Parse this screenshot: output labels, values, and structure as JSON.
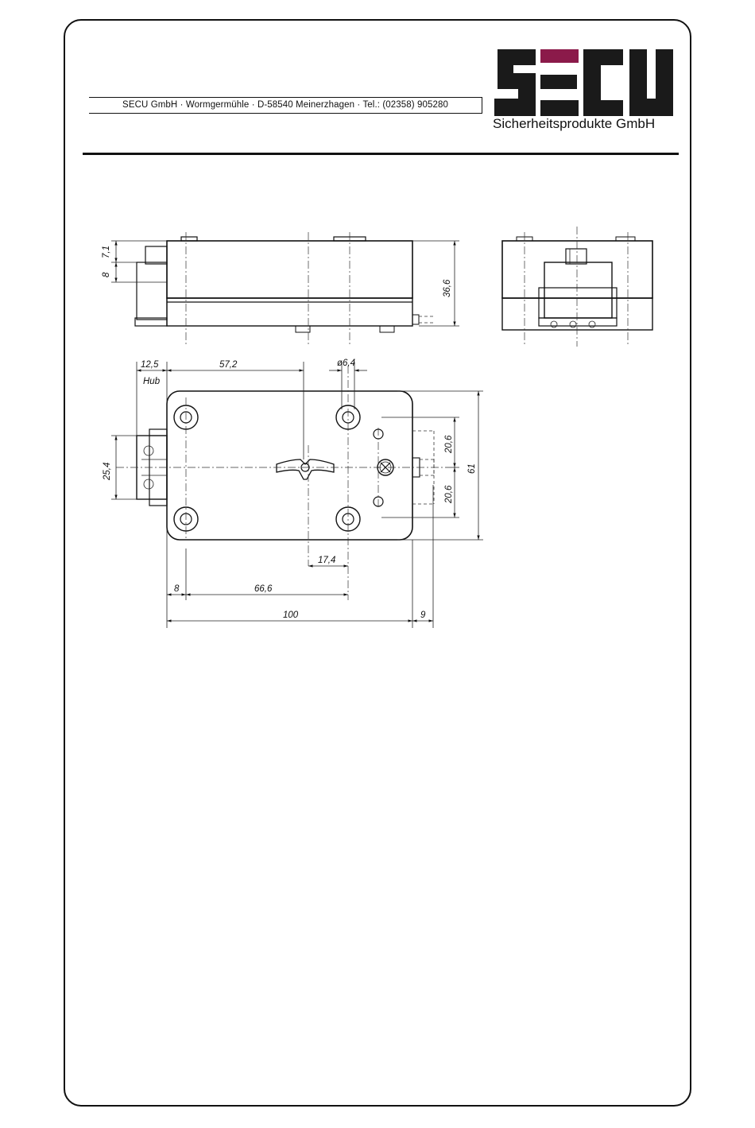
{
  "header": {
    "address": "SECU GmbH · Wormgermühle · D-58540 Meinerzhagen · Tel.: (02358) 905280",
    "logo_text": "SECU",
    "logo_subtitle": "Sicherheitsprodukte GmbH",
    "colors": {
      "logo": "#1a1a1a",
      "accent": "#8b1a4a",
      "line": "#111111"
    }
  },
  "drawing": {
    "dimensions": {
      "stroke": "12,5",
      "stroke_label": "Hub",
      "bolt_to_hole": "57,2",
      "hole_diameter": "ø6,4",
      "bolt_height": "25,4",
      "upper_offset": "20,6",
      "lower_offset": "20,6",
      "total_height": "61",
      "hole_to_key": "17,4",
      "left_margin": "8",
      "hole_spacing": "66,6",
      "total_width": "100",
      "protrusion": "9",
      "side_top": "7,1",
      "side_bolt": "8",
      "side_depth": "36,6"
    }
  }
}
